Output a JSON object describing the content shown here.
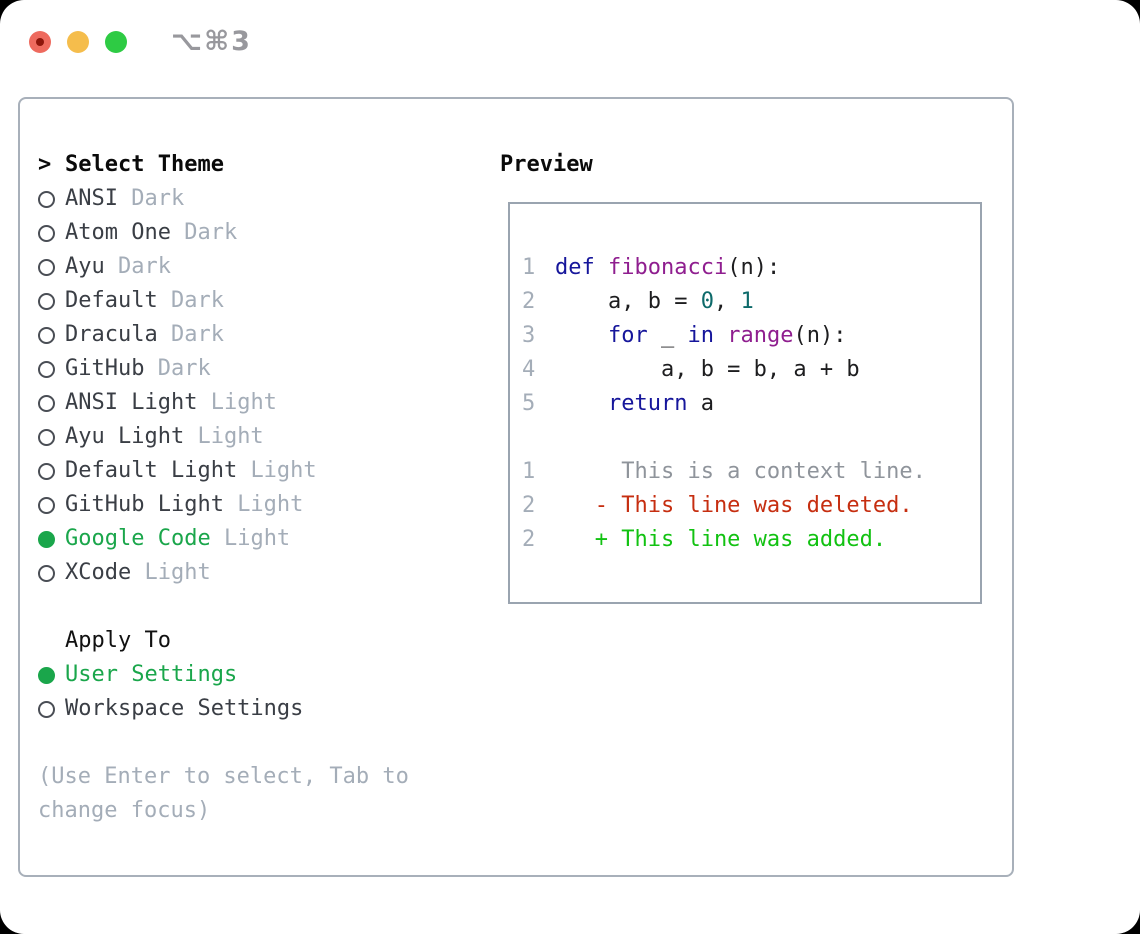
{
  "window": {
    "traffic_lights": [
      {
        "name": "close",
        "color": "#ee6a5e"
      },
      {
        "name": "minimize",
        "color": "#f5bd4c"
      },
      {
        "name": "zoom",
        "color": "#2ecb44"
      }
    ],
    "shortcut_label": "⌥⌘3"
  },
  "theme_panel": {
    "title_prefix": ">",
    "title": "Select Theme",
    "themes": [
      {
        "name": "ANSI",
        "variant": "Dark",
        "selected": false
      },
      {
        "name": "Atom One",
        "variant": "Dark",
        "selected": false
      },
      {
        "name": "Ayu",
        "variant": "Dark",
        "selected": false
      },
      {
        "name": "Default",
        "variant": "Dark",
        "selected": false
      },
      {
        "name": "Dracula",
        "variant": "Dark",
        "selected": false
      },
      {
        "name": "GitHub",
        "variant": "Dark",
        "selected": false
      },
      {
        "name": "ANSI Light",
        "variant": "Light",
        "selected": false
      },
      {
        "name": "Ayu Light",
        "variant": "Light",
        "selected": false
      },
      {
        "name": "Default Light",
        "variant": "Light",
        "selected": false
      },
      {
        "name": "GitHub Light",
        "variant": "Light",
        "selected": false
      },
      {
        "name": "Google Code",
        "variant": "Light",
        "selected": true
      },
      {
        "name": "XCode",
        "variant": "Light",
        "selected": false
      }
    ],
    "apply_to": {
      "title": "Apply To",
      "options": [
        {
          "label": "User Settings",
          "selected": true
        },
        {
          "label": "Workspace Settings",
          "selected": false
        }
      ]
    },
    "help_text": "(Use Enter to select, Tab to change focus)"
  },
  "preview": {
    "title": "Preview",
    "code_lines": [
      {
        "num": "1",
        "tokens": [
          {
            "text": "def",
            "color": "keyword"
          },
          {
            "text": " ",
            "color": "plain"
          },
          {
            "text": "fibonacci",
            "color": "function"
          },
          {
            "text": "(n):",
            "color": "plain"
          }
        ]
      },
      {
        "num": "2",
        "tokens": [
          {
            "text": "    a, b = ",
            "color": "plain"
          },
          {
            "text": "0",
            "color": "literal"
          },
          {
            "text": ", ",
            "color": "plain"
          },
          {
            "text": "1",
            "color": "literal"
          }
        ]
      },
      {
        "num": "3",
        "tokens": [
          {
            "text": "    ",
            "color": "plain"
          },
          {
            "text": "for",
            "color": "keyword"
          },
          {
            "text": " _ ",
            "color": "plain"
          },
          {
            "text": "in",
            "color": "keyword"
          },
          {
            "text": " ",
            "color": "plain"
          },
          {
            "text": "range",
            "color": "function"
          },
          {
            "text": "(n):",
            "color": "plain"
          }
        ]
      },
      {
        "num": "4",
        "tokens": [
          {
            "text": "        a, b = b, a + b",
            "color": "plain"
          }
        ]
      },
      {
        "num": "5",
        "tokens": [
          {
            "text": "    ",
            "color": "plain"
          },
          {
            "text": "return",
            "color": "keyword"
          },
          {
            "text": " a",
            "color": "plain"
          }
        ]
      }
    ],
    "diff_lines": [
      {
        "num": "1",
        "marker": "",
        "text": "This is a context line.",
        "type": "context"
      },
      {
        "num": "2",
        "marker": "-",
        "text": "This line was deleted.",
        "type": "deleted"
      },
      {
        "num": "2",
        "marker": "+",
        "text": "This line was added.",
        "type": "added"
      }
    ]
  },
  "colors": {
    "accent_green": "#1aa64b",
    "diff_added": "#12c212",
    "diff_deleted": "#c62e10",
    "syntax_keyword": "#16169b",
    "syntax_function": "#8f1e8f",
    "syntax_literal": "#0d6a6a",
    "muted_gray": "#a4adb8",
    "traffic_red": "#ee6a5e",
    "traffic_yellow": "#f5bd4c",
    "traffic_green": "#2ecb44"
  }
}
